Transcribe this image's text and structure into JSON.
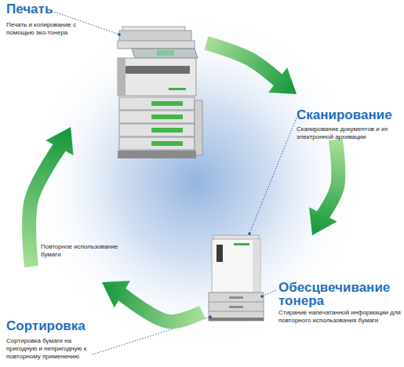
{
  "diagram": {
    "nodes": [
      {
        "text": [
          "Печать",
          "Печать и копирование с помощью эко-тонера"
        ]
      },
      {
        "text": [
          "Сканирование",
          "Сканирование документов и их электронной архивации"
        ]
      },
      {
        "text": [
          "Обесцвечивание тонера",
          "Стирание напечатанной информации для повторного использования бумаги"
        ]
      },
      {
        "text": [
          "Сортировка",
          "Сортировка бумаги на пригодную и непригодную к повторному применению"
        ]
      }
    ],
    "edges": [
      {
        "from": 0,
        "to": 1,
        "arrow": "to"
      },
      {
        "from": 1,
        "to": 2,
        "arrow": "to"
      },
      {
        "from": 2,
        "to": 3,
        "arrow": "to"
      },
      {
        "from": 3,
        "to": 0,
        "arrow": "to"
      }
    ],
    "labels": [
      "Повторное использование бумаги"
    ]
  }
}
